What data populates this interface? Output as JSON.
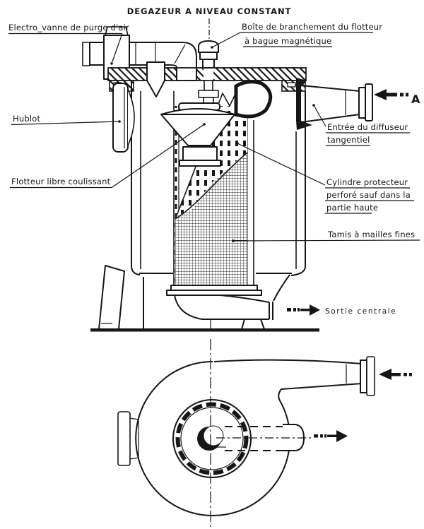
{
  "title": "DEGAZEUR A NIVEAU CONSTANT",
  "labels": {
    "electro_vanne": "Electro_vanne de purge d'air",
    "boite_l1": "Boîte de branchement du flotteur",
    "boite_l2": "à bague magnétique",
    "hublot": "Hublot",
    "entree_l1": "Entrée du diffuseur",
    "entree_l2": "tangentiel",
    "flotteur": "Flotteur libre coulissant",
    "cylindre_l1": "Cylindre protecteur",
    "cylindre_l2": "perforé sauf dans la",
    "cylindre_l3": "partie haute",
    "tamis": "Tamis à mailles fines",
    "sortie": "Sortie centrale",
    "section_a": "A"
  },
  "colors": {
    "ink": "#161616",
    "paper": "#ffffff"
  }
}
